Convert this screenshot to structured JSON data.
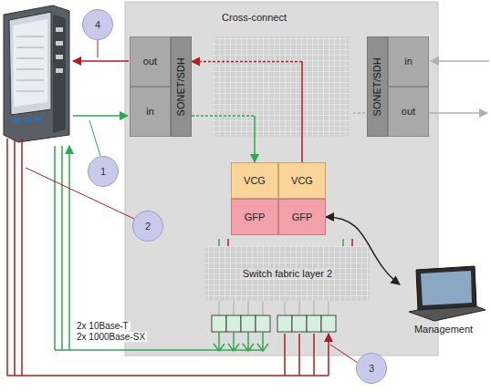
{
  "diagram": {
    "nodes": [
      {
        "text": [
          "Cross-connect"
        ]
      },
      {
        "text": [
          "out"
        ],
        "in": 0
      },
      {
        "text": [
          "in"
        ],
        "in": 0
      },
      {
        "text": [
          "SONET/SDH"
        ],
        "in": 0
      },
      {
        "text": [
          "SONET/SDH"
        ],
        "in": 0
      },
      {
        "text": [
          "in"
        ],
        "in": 0
      },
      {
        "text": [
          "out"
        ],
        "in": 0
      },
      {
        "text": [
          "VCG"
        ],
        "in": 0
      },
      {
        "text": [
          "VCG"
        ],
        "in": 0
      },
      {
        "text": [
          "GFP"
        ],
        "in": 0
      },
      {
        "text": [
          "GFP"
        ],
        "in": 0
      },
      {
        "text": [
          "Switch fabric layer 2"
        ],
        "in": 0
      },
      {
        "text": [
          "4"
        ]
      },
      {
        "text": [
          "1"
        ]
      },
      {
        "text": [
          "2"
        ]
      },
      {
        "text": [
          "3"
        ]
      },
      {
        "text": [
          "Management"
        ]
      }
    ],
    "edges": [
      {
        "from": 3,
        "to": 7,
        "arrow": "to"
      },
      {
        "from": 8,
        "to": 3,
        "arrow": "to"
      },
      {
        "from": 10,
        "to": 16,
        "arrow": "both"
      }
    ],
    "labels": [
      "2x 10Base-T",
      "2x 1000Base-SX"
    ]
  }
}
